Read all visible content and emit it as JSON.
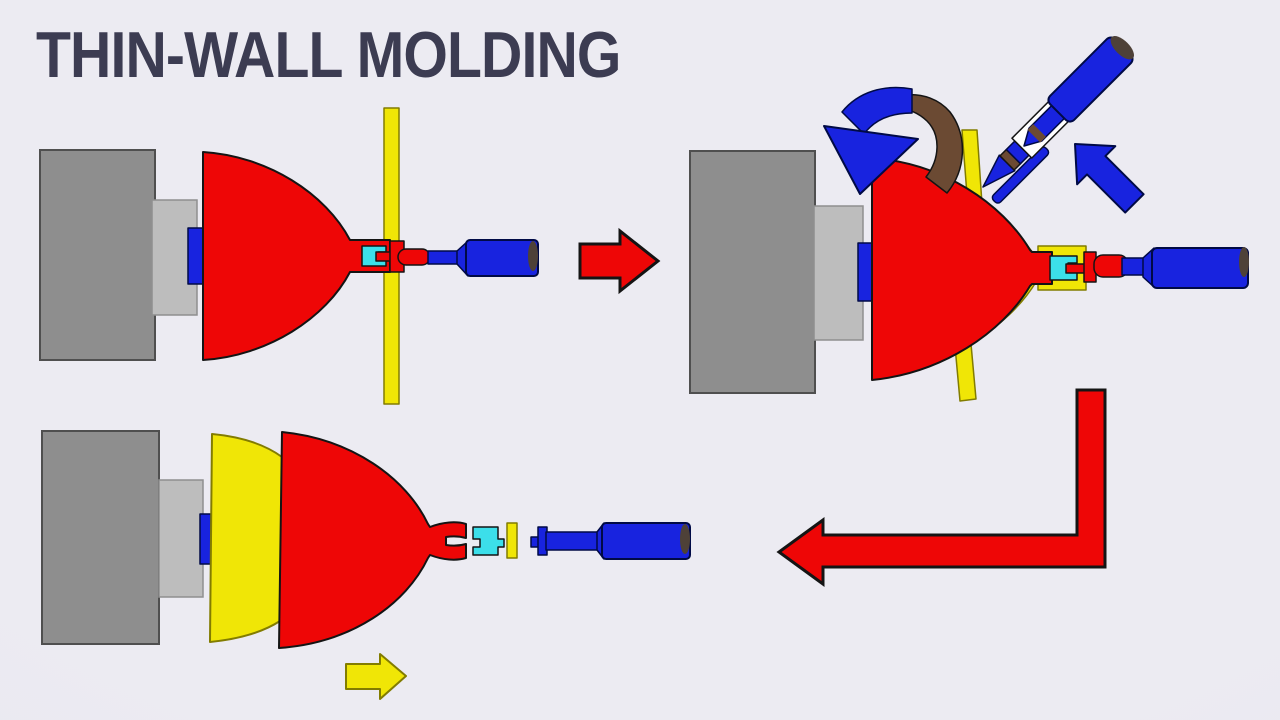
{
  "title": "THIN-WALL MOLDING",
  "palette": {
    "background": "#ECEBF2",
    "background_edge": "#E5E5EE",
    "title": "#3C3C52",
    "red": "#EE0606",
    "yellow": "#F0E606",
    "olive": "#827C00",
    "blue": "#1823DF",
    "navy": "#000A46",
    "cyan": "#3CDFEA",
    "gray": "#8E8E8E",
    "gray_dark": "#4F4F4F",
    "light_gray": "#BDBDBD",
    "light_gray_border": "#8F8F8F",
    "brown": "#6B4A33",
    "cap": "#4E4138",
    "outline": "#141414",
    "white": "#FFFFFF"
  },
  "diagram": {
    "type": "process-illustration",
    "stages": [
      {
        "name": "stage-1-formed-shell",
        "position": "top-left",
        "parts": [
          "backing-block",
          "clamp-block",
          "spindle-hub",
          "support-bar",
          "bell-shell",
          "throat-insert",
          "stem",
          "tail-mandrel"
        ]
      },
      {
        "name": "stage-2-coating-applied",
        "position": "top-right",
        "parts": [
          "backing-block",
          "clamp-block",
          "spindle-hub",
          "support-bar",
          "bell-shell",
          "coating-layer",
          "coating-flange",
          "throat-insert",
          "stem",
          "tail-mandrel",
          "rotation-ribbon",
          "rotation-arrow",
          "applicator-tool",
          "feed-arrow"
        ]
      },
      {
        "name": "stage-3-demolded",
        "position": "bottom-left",
        "parts": [
          "backing-block",
          "clamp-block",
          "spindle-hub",
          "mold-shell",
          "molded-bell",
          "throat-insert",
          "spacer-bar",
          "tail-mandrel",
          "eject-arrow"
        ]
      }
    ],
    "flow_arrows": [
      "step-arrow-right",
      "step-arrow-down-left",
      "eject-arrow-right"
    ]
  }
}
